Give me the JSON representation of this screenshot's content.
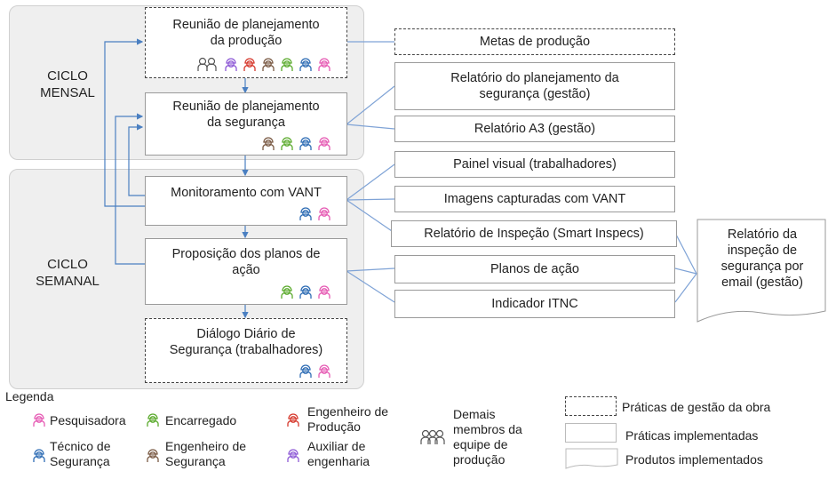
{
  "cycles": {
    "mensal": "CICLO\nMENSAL",
    "semanal": "CICLO\nSEMANAL"
  },
  "practices": {
    "p1": "Reunião de planejamento\nda produção",
    "p2": "Reunião de planejamento\nda segurança",
    "p3": "Monitoramento com VANT",
    "p4": "Proposição dos planos de\nação",
    "p5": "Diálogo Diário de\nSegurança (trabalhadores)"
  },
  "outputs": {
    "o1": "Metas de produção",
    "o2": "Relatório do planejamento da\nsegurança (gestão)",
    "o3": "Relatório A3 (gestão)",
    "o4": "Painel visual (trabalhadores)",
    "o5": "Imagens capturadas com VANT",
    "o6": "Relatório de Inspeção (Smart Inspecs)",
    "o7": "Planos de ação",
    "o8": "Indicador ITNC",
    "o9": "Relatório da\ninspeção de\nsegurança por\nemail (gestão)"
  },
  "legend": {
    "title": "Legenda",
    "pesquisadora": "Pesquisadora",
    "tecnico": "Técnico de\nSegurança",
    "encarregado": "Encarregado",
    "eng_seg": "Engenheiro de\nSegurança",
    "eng_prod": "Engenheiro de\nProdução",
    "auxiliar": "Auxiliar de\nengenharia",
    "demais": "Demais\nmembros da\nequipe de\nprodução",
    "praticas_gestao": "Práticas de gestão da obra",
    "praticas_impl": "Práticas implementadas",
    "produtos_impl": "Produtos implementados"
  },
  "colors": {
    "pesquisadora": "#e65bb4",
    "tecnico": "#2f6db5",
    "encarregado": "#5cab2e",
    "eng_seg": "#7a5a44",
    "eng_prod": "#d63a2e",
    "auxiliar": "#8e5ad6",
    "demais": "#555555",
    "arrow": "#4a7fc1"
  }
}
